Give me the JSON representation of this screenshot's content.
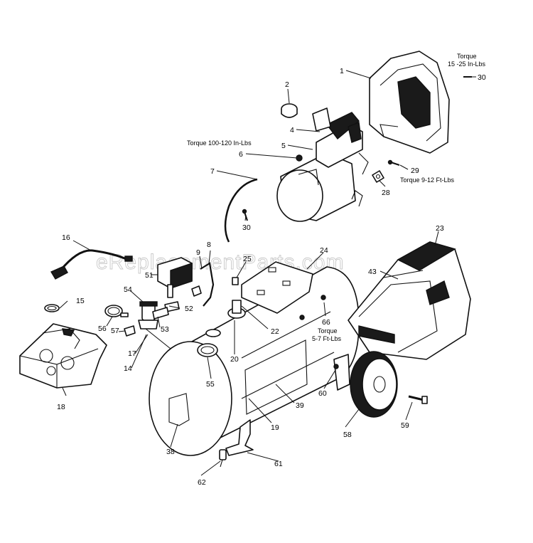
{
  "watermark": "eReplacementParts.com",
  "torque_notes": {
    "t30_line1": "Torque",
    "t30_line2": "15 -25 In-Lbs",
    "t6": "Torque 100-120 In-Lbs",
    "t29": "Torque 9-12 Ft-Lbs",
    "t66_line1": "Torque",
    "t66_line2": "5-7 Ft-Lbs"
  },
  "callouts": {
    "c1": "1",
    "c2": "2",
    "c4": "4",
    "c5": "5",
    "c6": "6",
    "c7": "7",
    "c8": "8",
    "c9": "9",
    "c14": "14",
    "c15": "15",
    "c16": "16",
    "c17": "17",
    "c18": "18",
    "c19": "19",
    "c20": "20",
    "c22": "22",
    "c23": "23",
    "c24": "24",
    "c25": "25",
    "c28": "28",
    "c29": "29",
    "c30a": "30",
    "c30b": "30",
    "c38": "38",
    "c39": "39",
    "c43": "43",
    "c51": "51",
    "c52": "52",
    "c53": "53",
    "c54": "54",
    "c55": "55",
    "c56": "56",
    "c57": "57",
    "c58": "58",
    "c59": "59",
    "c60": "60",
    "c61": "61",
    "c62": "62",
    "c66": "66"
  }
}
